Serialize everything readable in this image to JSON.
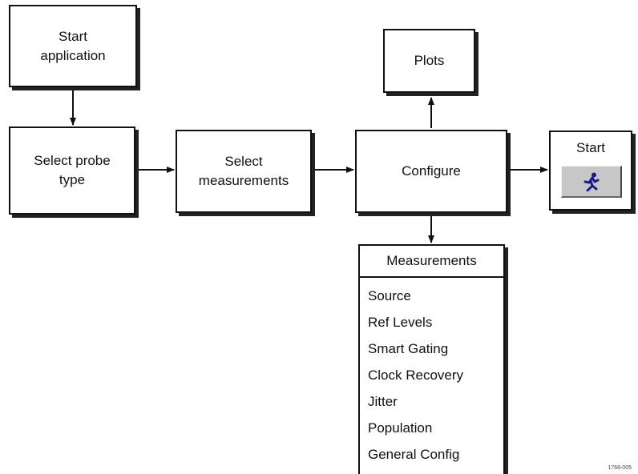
{
  "nodes": {
    "start_application": "Start\napplication",
    "select_probe_type": "Select probe\ntype",
    "select_measurements": "Select\nmeasurements",
    "configure": "Configure",
    "plots": "Plots",
    "start": "Start",
    "start_button_icon": "running-man-icon"
  },
  "measurements_panel": {
    "title": "Measurements",
    "items": [
      "Source",
      "Ref Levels",
      "Smart Gating",
      "Clock Recovery",
      "Jitter",
      "Population",
      "General Config"
    ]
  },
  "figure_id": "1768-005",
  "colors": {
    "button_face": "#c7c7c7",
    "icon": "#1a1a8c"
  }
}
